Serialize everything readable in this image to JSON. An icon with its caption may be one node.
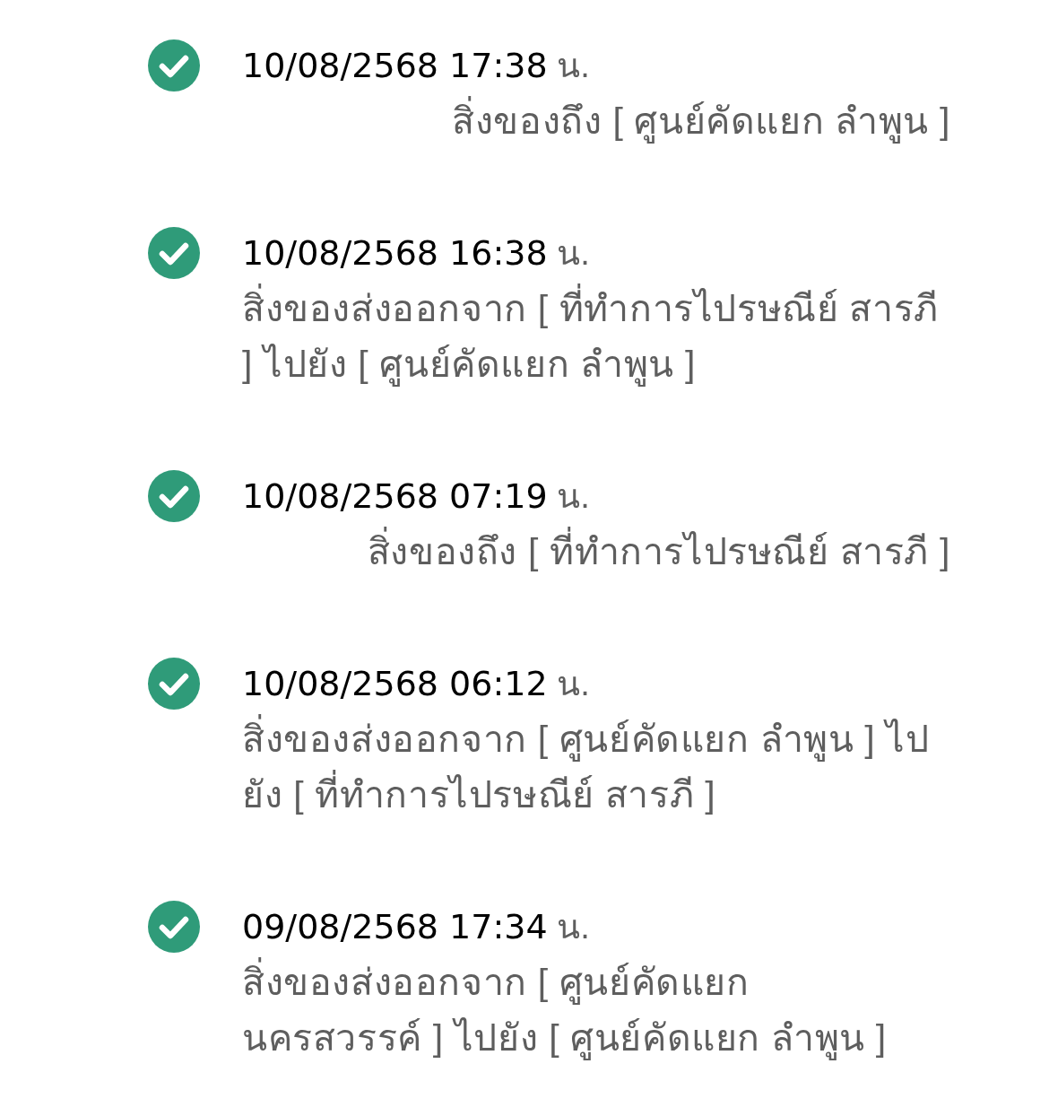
{
  "diagram": {
    "labels": [
      "**10/08/2568 17:38** น.",
      "สิ่งของถึง [ ศูนย์คัดแยก ลำพูน ]",
      "**10/08/2568 16:38** น.",
      "สิ่งของส่งออกจาก [ ที่ทำการไปรษณีย์ สารภี ] ไปยัง [ ศูนย์คัดแยก ลำพูน ]",
      "**10/08/2568 07:19** น.",
      "สิ่งของถึง [ ที่ทำการไปรษณีย์ สารภี ]",
      "**10/08/2568 06:12** น.",
      "สิ่งของส่งออกจาก [ ศูนย์คัดแยก ลำพูน ] ไปยัง [ ที่ทำการไปรษณีย์ สารภี ]",
      "**09/08/2568 17:34** น.",
      "สิ่งของส่งออกจาก [ ศูนย์คัดแยก นครสวรรค์ ] ไปยัง [ ศูนย์คัดแยก ลำพูน ]"
    ]
  }
}
